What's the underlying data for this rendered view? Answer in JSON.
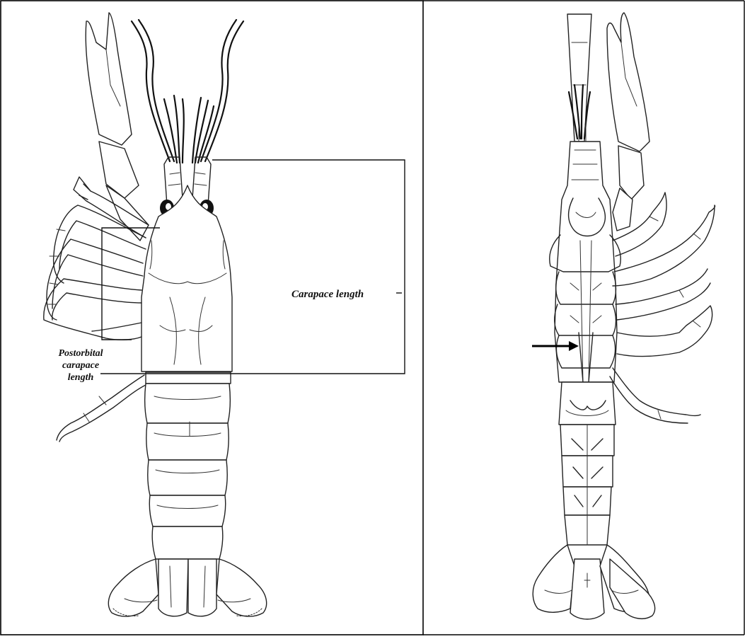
{
  "figure": {
    "left_panel": {
      "view": "dorsal",
      "labels": {
        "carapace_length": "Carapace length",
        "postorbital_line1": "Postorbital",
        "postorbital_line2": "carapace",
        "postorbital_line3": "length"
      }
    },
    "right_panel": {
      "view": "ventral",
      "arrow": "arrow-pointing-right"
    }
  }
}
